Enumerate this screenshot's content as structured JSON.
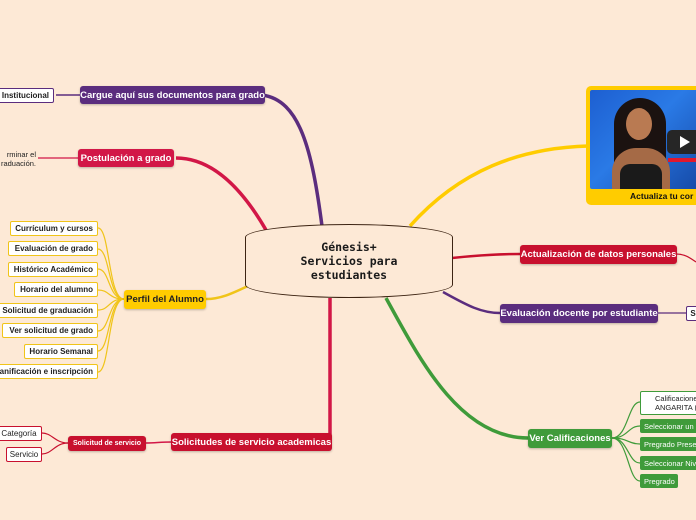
{
  "central": {
    "lines": [
      "Génesis+",
      "Servicios para",
      "estudiantes"
    ]
  },
  "branches": {
    "cargue": {
      "label": "Cargue aquí sus documentos para grado",
      "children": [
        "Institucional"
      ]
    },
    "postulacion": {
      "label": "Postulación a grado",
      "note_lines": [
        "rminar el",
        "raduación."
      ]
    },
    "perfil": {
      "label": "Perfil del Alumno",
      "children": [
        "Currículum y cursos",
        "Evaluación de grado",
        "Histórico Académico",
        "Horario del alumno",
        "Solicitud de graduación",
        "Ver solicitud de grado",
        "Horario Semanal",
        "anificación e inscripción"
      ]
    },
    "solicitudes": {
      "label": "Solicitudes de servicio academicas",
      "sub": {
        "label": "Solicitud de servicio",
        "children": [
          "Categoría",
          "Servicio"
        ]
      }
    },
    "actualizacion": {
      "label": "Actualización de datos personales"
    },
    "evaluacion": {
      "label": "Evaluación docente por estudiante",
      "child_partial": "S"
    },
    "calificaciones": {
      "label": "Ver Calificaciones",
      "children_outline": [
        "Calificaciones",
        "ANGARITA ("
      ],
      "children": [
        "Seleccionar un",
        "Pregrado Prese",
        "Seleccionar Niv",
        "Pregrado"
      ]
    }
  },
  "video": {
    "caption": "Actualiza tu cor",
    "play_icon": "play-icon"
  },
  "colors": {
    "background": "#fde9d6",
    "purple": "#5b2d7e",
    "crimson": "#d21747",
    "red": "#c8102e",
    "green": "#3f9b3a",
    "yellow": "#ffcc00"
  }
}
